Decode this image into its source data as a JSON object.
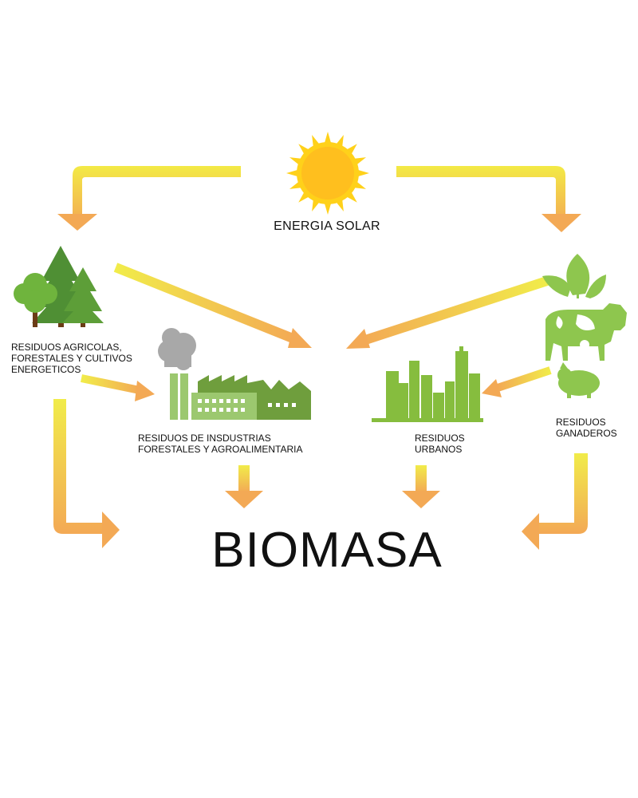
{
  "sun_label": "ENERGIA SOLAR",
  "sources": {
    "agricultural": "RESIDUOS AGRICOLAS, FORESTALES Y CULTIVOS ENERGETICOS",
    "industrial": "RESIDUOS DE INSDUSTRIAS FORESTALES Y AGROALIMENTARIA",
    "urban": "RESIDUOS URBANOS",
    "livestock": "RESIDUOS GANADEROS"
  },
  "result_label": "BIOMASA",
  "colors": {
    "arrow_start": "#f1ec4a",
    "arrow_end": "#f3a955",
    "sun_outer": "#ffd11a",
    "sun_inner": "#ffbf1e",
    "tree_dark": "#4f8f34",
    "tree_light": "#6fb43d",
    "trunk": "#6b3c16",
    "factory_light": "#9cc86f",
    "factory_dark": "#6f9e3d",
    "smoke": "#a8a8a8",
    "city": "#86bd3e",
    "animals": "#8ec64e"
  },
  "icons": [
    "sun-icon",
    "trees-icon",
    "factory-icon",
    "city-icon",
    "plant-icon",
    "cow-icon",
    "pig-icon"
  ]
}
